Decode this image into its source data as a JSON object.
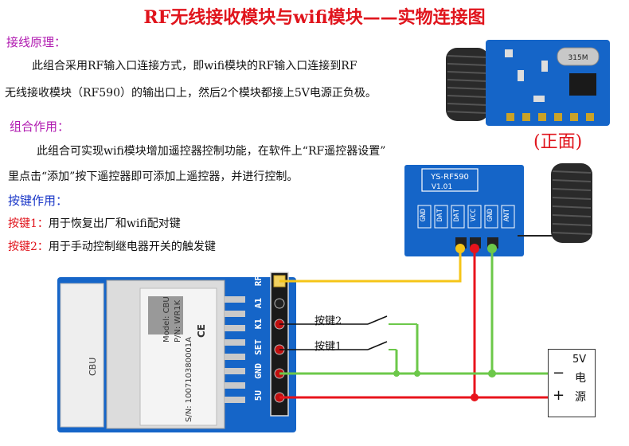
{
  "title": "RF无线接收模块与wifi模块——实物连接图",
  "sections": {
    "wiring": {
      "heading": "接线原理：",
      "lines": [
        "此组合采用RF输入口连接方式，即wifi模块的RF输入口连接到RF",
        "无线接收模块（RF590）的输出口上，然后2个模块都接上5V电源正负极。"
      ]
    },
    "function": {
      "heading": "组合作用：",
      "lines": [
        "此组合可实现wifi模块增加遥控器控制功能，在软件上“RF遥控器设置”",
        "里点击“添加”按下遥控器即可添加上遥控器，并进行控制。"
      ]
    },
    "keys": {
      "heading": "按键作用：",
      "items": [
        {
          "key": "按键1：",
          "text": "用于恢复出厂和wifi配对键"
        },
        {
          "key": "按键2：",
          "text": "用于手动控制继电器开关的触发键"
        }
      ]
    }
  },
  "front_label": "(正面)",
  "rf_board": {
    "model": "YS-RF590",
    "version": "V1.01",
    "pins": [
      "GND",
      "DAT",
      "DAT",
      "VCC",
      "GND",
      "ANT"
    ]
  },
  "crystal_label": "315M",
  "wifi_module": {
    "brand": "CBU",
    "model_line": "Model: CBU",
    "pn_line": "P/N: WR1K",
    "sn_line": "S/N: 100710380001A",
    "side_label": "CBU",
    "pins": [
      "RF",
      "A1",
      "K1",
      "SET",
      "GND",
      "5U"
    ]
  },
  "switches": {
    "key2": "按键2",
    "key1": "按键1"
  },
  "power": {
    "label": "5V",
    "minus": "−",
    "plus": "+",
    "name_chars": [
      "电",
      "源"
    ]
  },
  "colors": {
    "title_red": "#e0141c",
    "heading_blue": "#1a37c8",
    "heading_purple": "#b01ab0",
    "board_blue": "#1565c8",
    "wire_yellow": "#f5c518",
    "wire_red": "#e8141c",
    "wire_green": "#6cc84a",
    "wire_black": "#111111"
  }
}
